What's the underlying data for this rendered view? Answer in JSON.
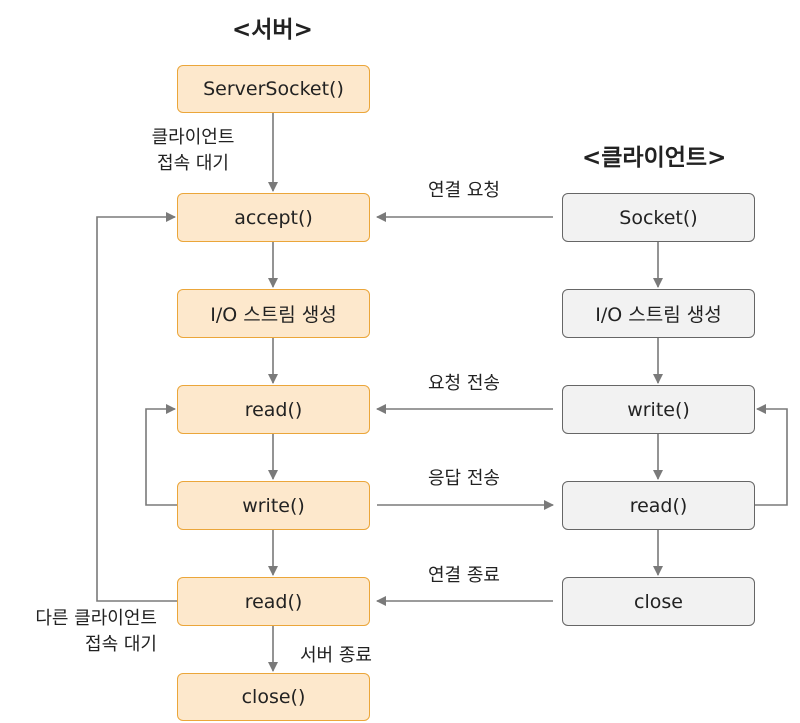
{
  "titles": {
    "server": "<서버>",
    "client": "<클라이언트>"
  },
  "server_nodes": {
    "server_socket": "ServerSocket()",
    "accept": "accept()",
    "stream": "I/O 스트림 생성",
    "read": "read()",
    "write": "write()",
    "read2": "read()",
    "close": "close()"
  },
  "client_nodes": {
    "socket": "Socket()",
    "stream": "I/O 스트림 생성",
    "write": "write()",
    "read": "read()",
    "close": "close"
  },
  "edge_labels": {
    "wait_client_line1": "클라이언트",
    "wait_client_line2": "접속 대기",
    "connect_request": "연결 요청",
    "send_request": "요청 전송",
    "send_response": "응답 전송",
    "connection_close": "연결 종료",
    "other_client_line1": "다른 클라이언트",
    "other_client_line2": "접속 대기",
    "server_close": "서버 종료"
  },
  "colors": {
    "server_fill": "#fde8cc",
    "server_border": "#eba63a",
    "client_fill": "#f2f2f2",
    "client_border": "#666666",
    "arrow": "#7a7a7a"
  }
}
